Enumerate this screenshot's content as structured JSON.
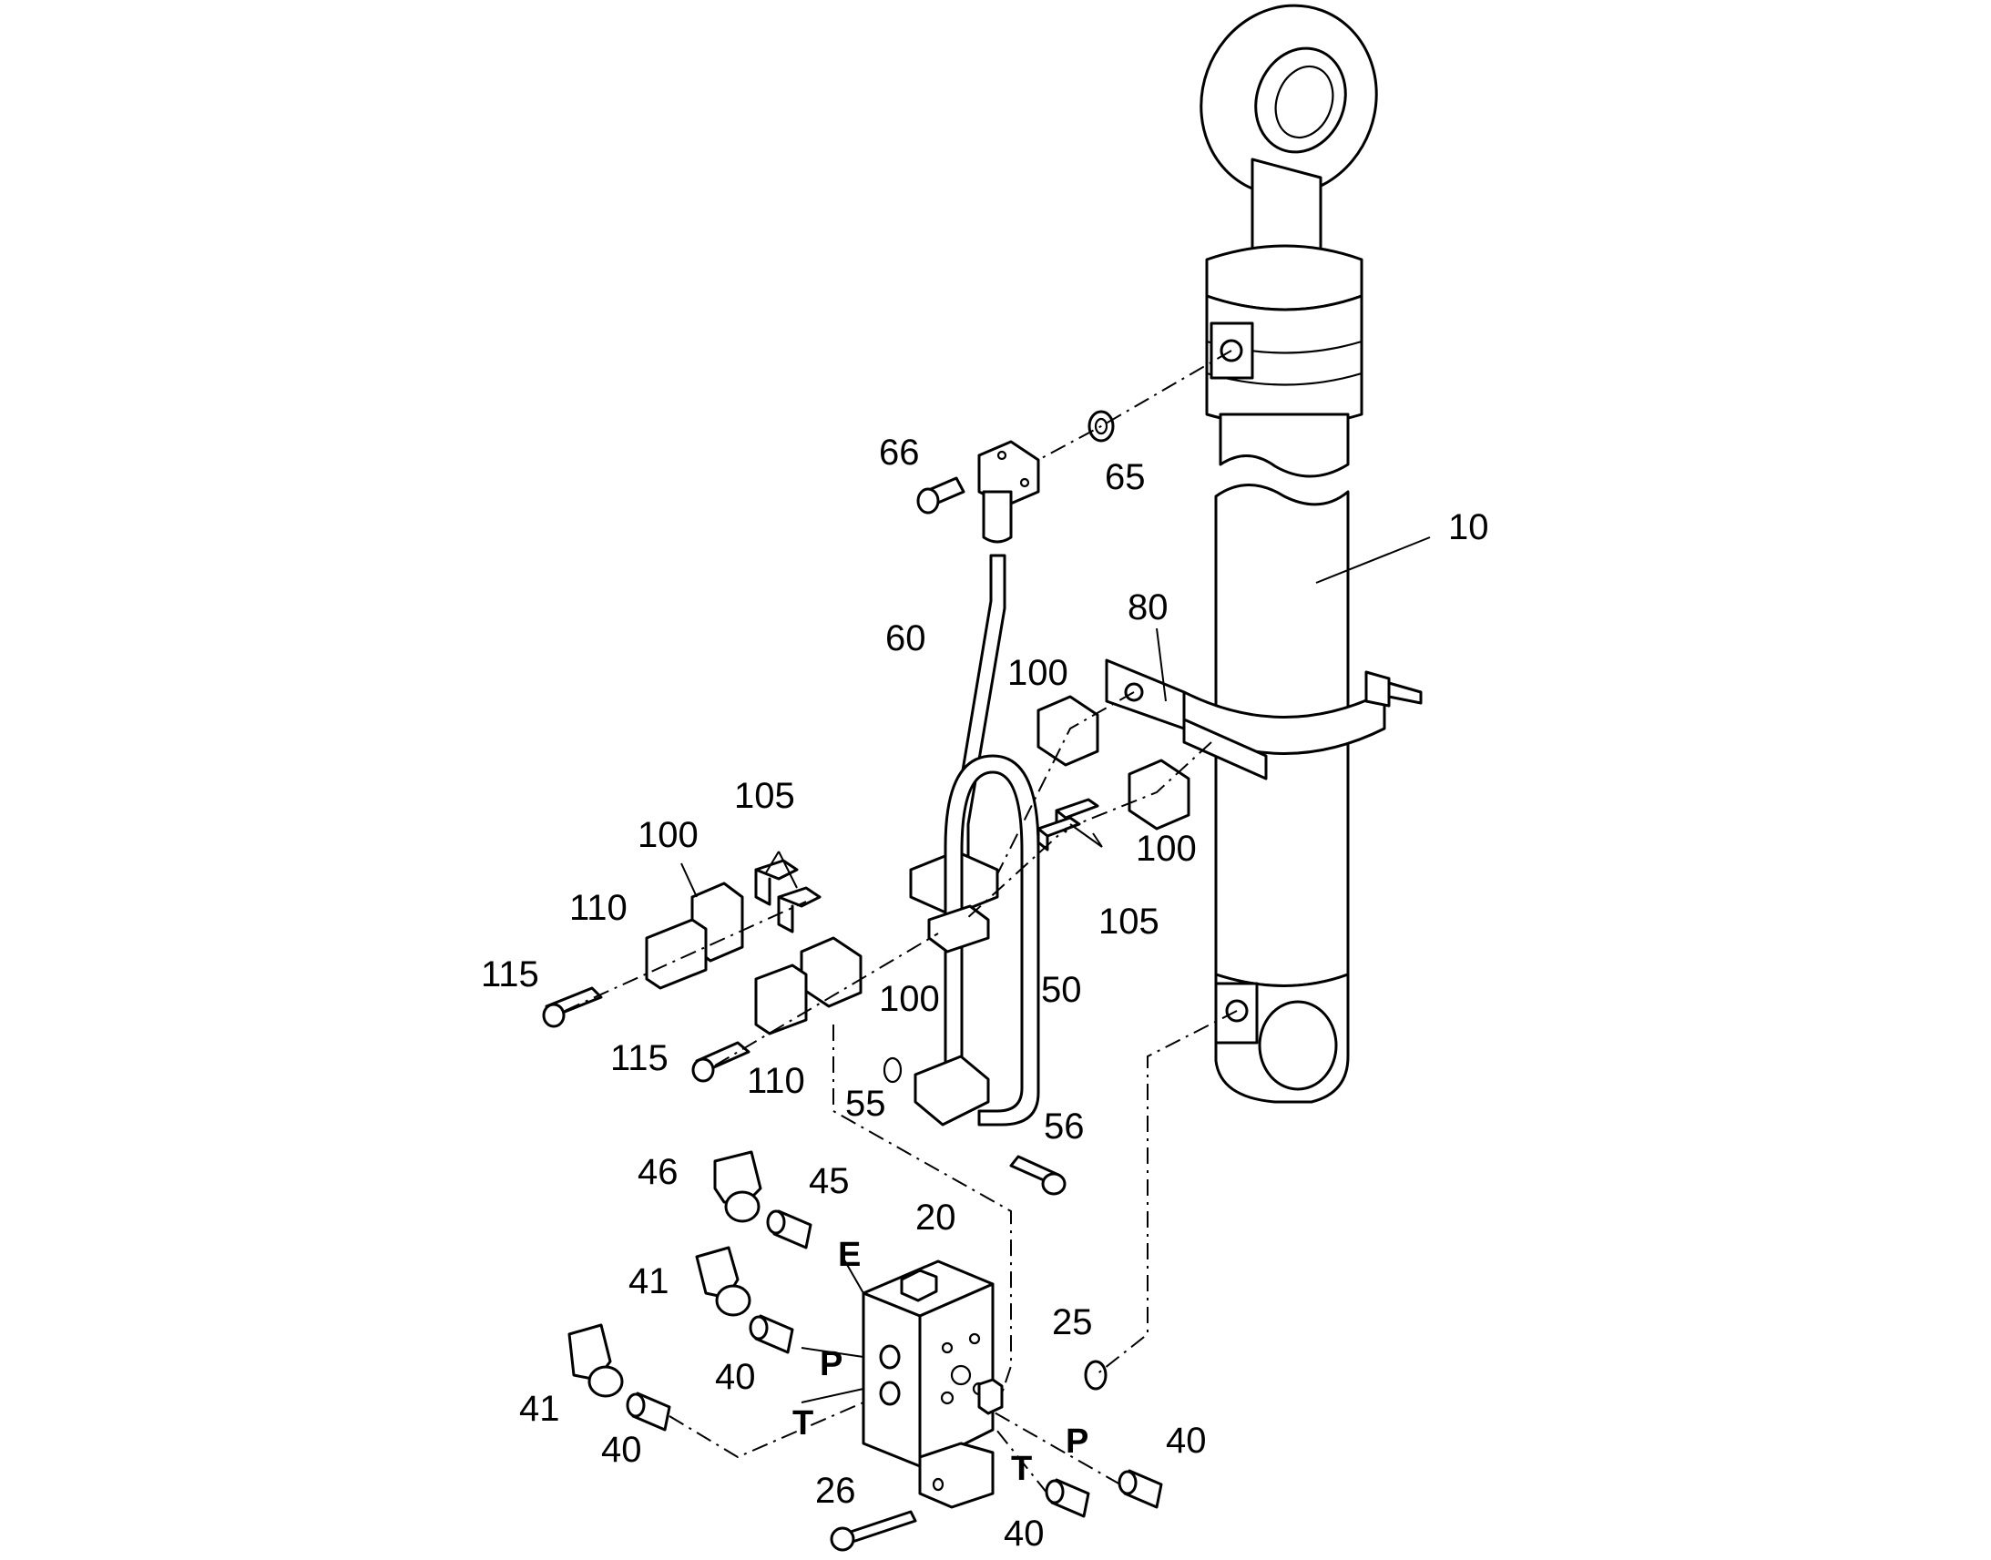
{
  "callouts": {
    "c10": "10",
    "c20": "20",
    "c25": "25",
    "c26": "26",
    "c40a": "40",
    "c40b": "40",
    "c40c": "40",
    "c40d": "40",
    "c41a": "41",
    "c41b": "41",
    "c45": "45",
    "c46": "46",
    "c50": "50",
    "c55": "55",
    "c56": "56",
    "c60": "60",
    "c65": "65",
    "c66": "66",
    "c80": "80",
    "c100a": "100",
    "c100b": "100",
    "c100c": "100",
    "c100d": "100",
    "c105a": "105",
    "c105b": "105",
    "c110a": "110",
    "c110b": "110",
    "c115a": "115",
    "c115b": "115"
  },
  "ports": {
    "E": "E",
    "P1": "P",
    "T1": "T",
    "P2": "P",
    "T2": "T"
  }
}
